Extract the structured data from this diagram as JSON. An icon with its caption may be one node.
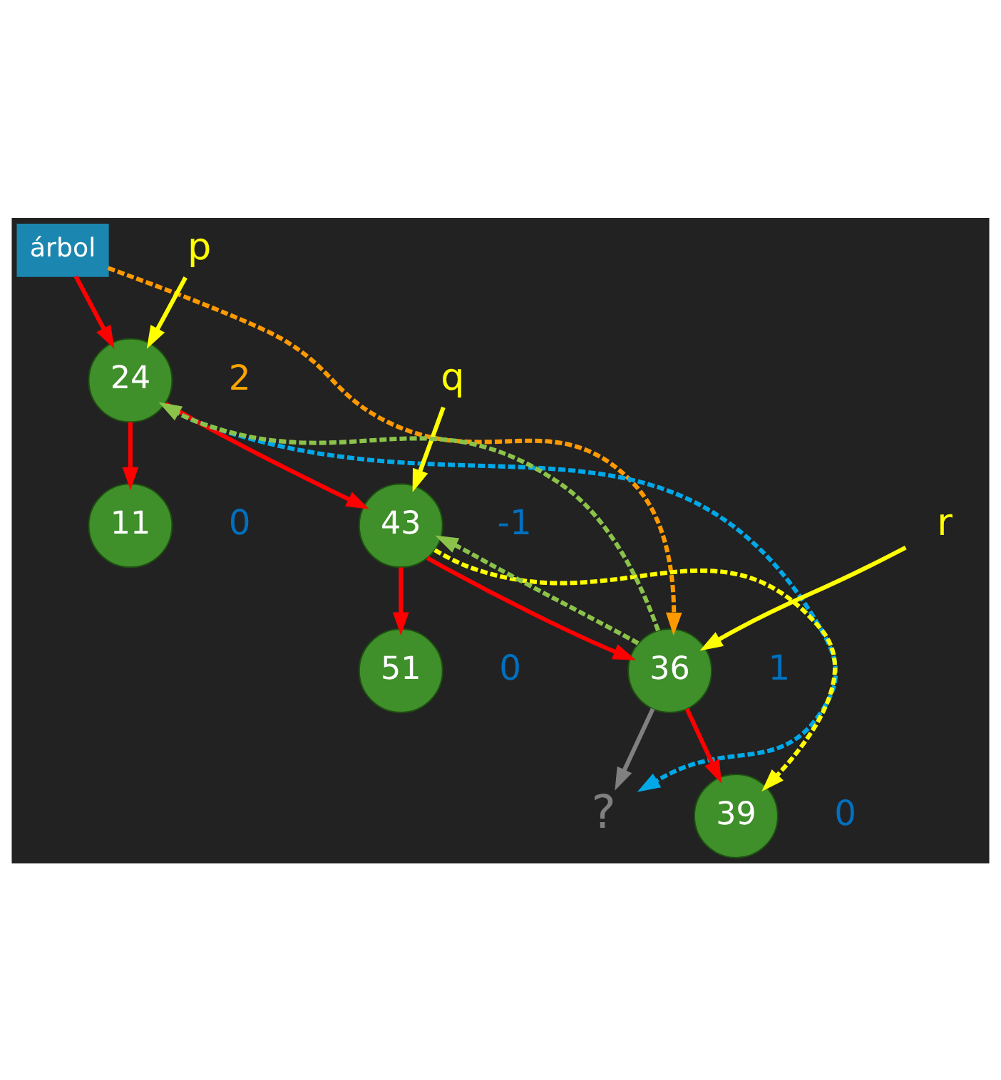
{
  "diagram": {
    "nodes": [
      {
        "text": [
          "árbol"
        ]
      },
      {
        "text": [
          "24"
        ],
        "beside": [
          "2"
        ]
      },
      {
        "text": [
          "p"
        ]
      },
      {
        "text": [
          "11"
        ],
        "beside": [
          "0"
        ]
      },
      {
        "text": [
          "43"
        ],
        "beside": [
          "-1"
        ]
      },
      {
        "text": [
          "q"
        ]
      },
      {
        "text": [
          "36"
        ],
        "beside": [
          "1"
        ]
      },
      {
        "text": [
          "51"
        ],
        "beside": [
          "0"
        ]
      },
      {
        "text": [
          "r"
        ]
      },
      {
        "text": [
          "?"
        ]
      },
      {
        "text": [
          "39"
        ],
        "beside": [
          "0"
        ]
      }
    ],
    "edges": [
      {
        "from": 0,
        "to": 1,
        "arrow": "to"
      },
      {
        "from": 2,
        "to": 1,
        "arrow": "to",
        "color": "#ffff00"
      },
      {
        "from": 1,
        "to": 3,
        "arrow": "to"
      },
      {
        "from": 1,
        "to": 4,
        "arrow": "to"
      },
      {
        "from": 5,
        "to": 4,
        "arrow": "to",
        "color": "#ffff00"
      },
      {
        "from": 4,
        "to": 6,
        "arrow": "to"
      },
      {
        "from": 4,
        "to": 7,
        "arrow": "to"
      },
      {
        "from": 8,
        "to": 6,
        "arrow": "to",
        "color": "#ffff00"
      },
      {
        "from": 6,
        "to": 10,
        "arrow": "to"
      },
      {
        "from": 6,
        "to": 9,
        "arrow": "to",
        "color": "#808080"
      },
      {
        "from": 0,
        "to": 6,
        "arrow": "to",
        "style": "dashed",
        "color": "#ff9900"
      },
      {
        "from": 1,
        "to": 9,
        "arrow": "to",
        "style": "dashed",
        "color": "#00a8e8"
      },
      {
        "from": 6,
        "to": 1,
        "arrow": "to",
        "style": "dashed",
        "color": "#8bc34a"
      },
      {
        "from": 4,
        "to": 10,
        "arrow": "to",
        "style": "dashed",
        "color": "#ffff00"
      },
      {
        "from": 6,
        "to": 4,
        "arrow": "to",
        "style": "dashed",
        "color": "#8bc34a"
      }
    ]
  }
}
